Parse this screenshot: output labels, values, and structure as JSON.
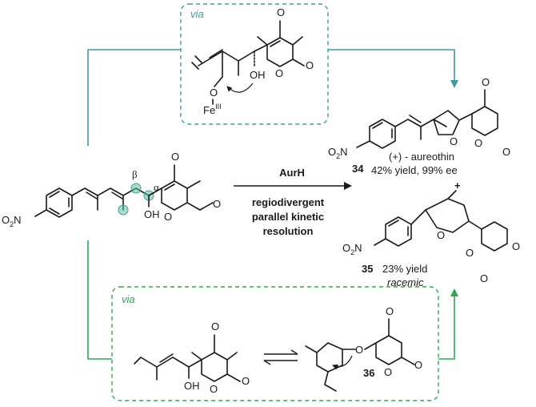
{
  "scheme": {
    "reagent": "AurH",
    "condition_lines": [
      "regiodivergent",
      "parallel kinetic",
      "resolution"
    ],
    "via_label": "via",
    "greek": {
      "beta": "β",
      "alpha": "α"
    },
    "atoms": {
      "oxygen": "O",
      "hydroxyl": "OH",
      "nitro": "O",
      "nitro_sub": "2",
      "nitro_n": "N",
      "iron": "Fe",
      "iron_ox": "III",
      "plus": "+"
    },
    "products": [
      {
        "number": "34",
        "name": "(+) - aureothin",
        "yield": "42% yield, 99% ee"
      },
      {
        "number": "35",
        "yield": "23% yield",
        "note": "racemic"
      }
    ],
    "intermediate": {
      "number": "36"
    },
    "colors": {
      "teal": "#3e9aa0",
      "green": "#2fa652",
      "dot": "#5fbf9a"
    }
  }
}
